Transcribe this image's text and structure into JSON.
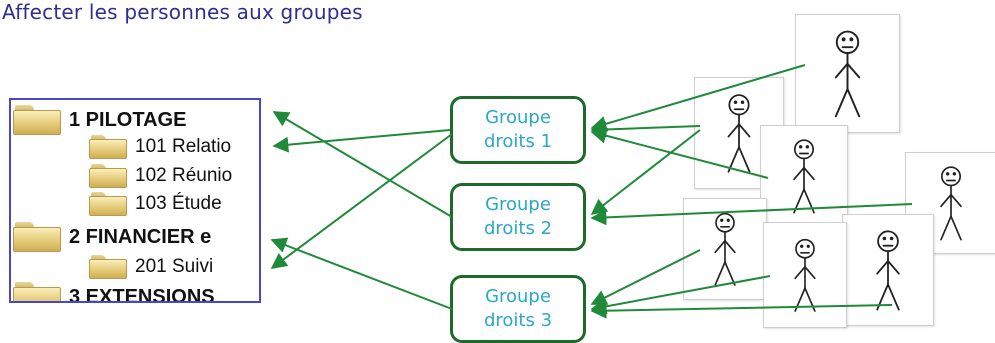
{
  "title": "Affecter les personnes aux groupes",
  "tree": {
    "items": [
      {
        "label": "1 PILOTAGE",
        "level": "top"
      },
      {
        "label": "101 Relatio",
        "level": "child"
      },
      {
        "label": "102 Réunio",
        "level": "child"
      },
      {
        "label": "103 Étude",
        "level": "child"
      },
      {
        "label": "2 FINANCIER e",
        "level": "top"
      },
      {
        "label": "201 Suivi",
        "level": "child"
      },
      {
        "label": "3 EXTENSIONS",
        "level": "top"
      }
    ]
  },
  "groups": [
    {
      "line1": "Groupe",
      "line2": "droits 1"
    },
    {
      "line1": "Groupe",
      "line2": "droits 2"
    },
    {
      "line1": "Groupe",
      "line2": "droits 3"
    }
  ],
  "colors": {
    "title": "#2f2f8f",
    "tree_border": "#4a46c8",
    "group_border": "#1d6a2a",
    "group_text": "#2aa7c9",
    "arrow": "#1f8a3a"
  },
  "icons": [
    "folder-icon",
    "stick-figure-icon",
    "arrow-icon"
  ]
}
